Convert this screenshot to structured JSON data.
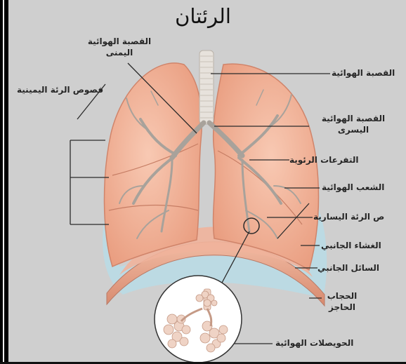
{
  "title": "الرئتان",
  "labels": {
    "right_bronchus": "القصبة الهوائية اليمنى",
    "right_lobes": "فصوص الرئة اليمينية",
    "trachea": "القصبة الهوائية",
    "left_bronchus": "القصبة الهوائية اليسرى",
    "bronchial_branches": "التفرعات الرئوية",
    "bronchioles": "الشعب الهوائية",
    "left_lobes": "ص الرئة اليسارية",
    "pleura": "الغشاء الجانبي",
    "pleural_fluid": "السائل الجانبي",
    "diaphragm": "الحجاب الحاجز",
    "alveoli": "الحويصلات الهوائية"
  },
  "colors": {
    "background": "#cfcfcf",
    "lung_fill": "#f2b49a",
    "pleura_fill": "#b9dce6",
    "diaphragm_fill": "#e9a88f",
    "trachea_fill": "#e7e2dc",
    "line": "#2a2a2a"
  }
}
